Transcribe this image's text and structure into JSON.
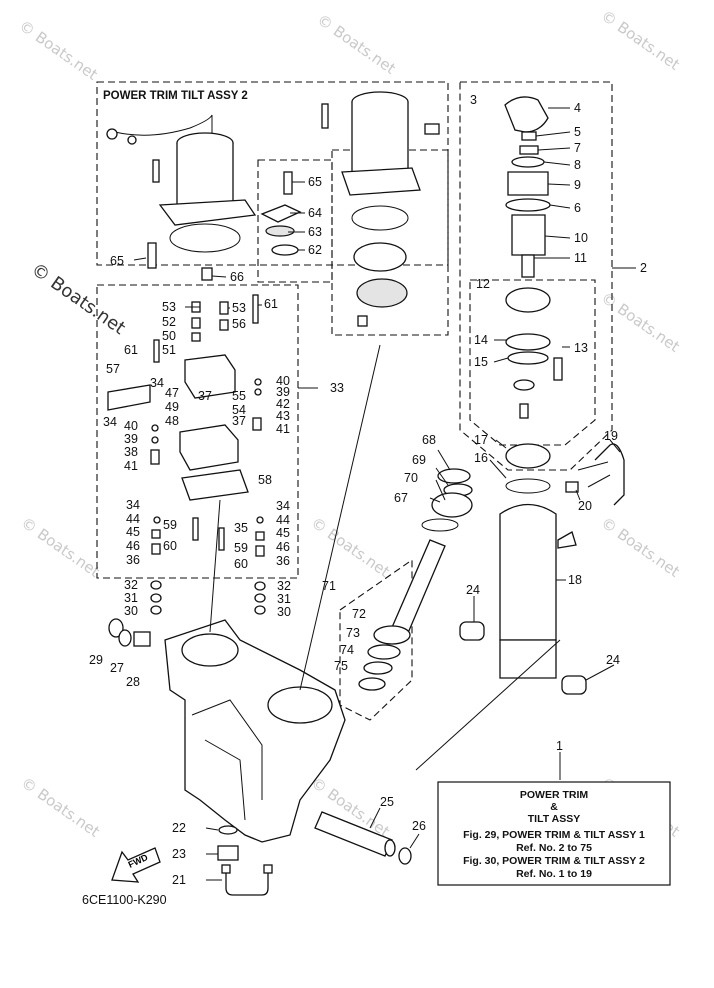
{
  "watermark": "© Boats.net",
  "assembly_title": "POWER TRIM TILT ASSY 2",
  "drawing_code": "6CE1100-K290",
  "fwd_label": "FWD",
  "note": {
    "line1": "POWER TRIM",
    "line2": "&",
    "line3": "TILT ASSY",
    "line4": "Fig. 29, POWER TRIM & TILT ASSY 1",
    "line5": "Ref. No. 2 to 75",
    "line6": "Fig. 30, POWER TRIM & TILT ASSY 2",
    "line7": "Ref. No. 1 to 19"
  },
  "callouts": {
    "c65a": "65",
    "c64": "64",
    "c63": "63",
    "c62": "62",
    "c65b": "65",
    "c66": "66",
    "c53a": "53",
    "c52": "52",
    "c50": "50",
    "c51": "51",
    "c53b": "53",
    "c56": "56",
    "c61a": "61",
    "c61b": "61",
    "c57": "57",
    "c34a": "34",
    "c47": "47",
    "c49": "49",
    "c48": "48",
    "c37a": "37",
    "c37b": "37",
    "c40a": "40",
    "c39a": "39",
    "c55": "55",
    "c42": "42",
    "c54": "54",
    "c43": "43",
    "c41a": "41",
    "c33": "33",
    "c34b": "34",
    "c40b": "40",
    "c39b": "39",
    "c38": "38",
    "c41b": "41",
    "c58": "58",
    "c34c": "34",
    "c44a": "44",
    "c45a": "45",
    "c46a": "46",
    "c36a": "36",
    "c59a": "59",
    "c60a": "60",
    "c34d": "34",
    "c44b": "44",
    "c35": "35",
    "c45b": "45",
    "c59b": "59",
    "c46b": "46",
    "c36b": "36",
    "c60b": "60",
    "c32a": "32",
    "c31a": "31",
    "c30a": "30",
    "c32b": "32",
    "c31b": "31",
    "c30b": "30",
    "c29": "29",
    "c27": "27",
    "c28": "28",
    "c3": "3",
    "c4": "4",
    "c5": "5",
    "c7": "7",
    "c8": "8",
    "c9": "9",
    "c6": "6",
    "c10": "10",
    "c11": "11",
    "c2": "2",
    "c12": "12",
    "c13": "13",
    "c14": "14",
    "c15": "15",
    "c68": "68",
    "c69": "69",
    "c70": "70",
    "c67": "67",
    "c17": "17",
    "c16": "16",
    "c19": "19",
    "c20": "20",
    "c71": "71",
    "c72": "72",
    "c73": "73",
    "c74": "74",
    "c75": "75",
    "c24a": "24",
    "c18": "18",
    "c24b": "24",
    "c1": "1",
    "c25": "25",
    "c26": "26",
    "c22": "22",
    "c23": "23",
    "c21": "21"
  }
}
